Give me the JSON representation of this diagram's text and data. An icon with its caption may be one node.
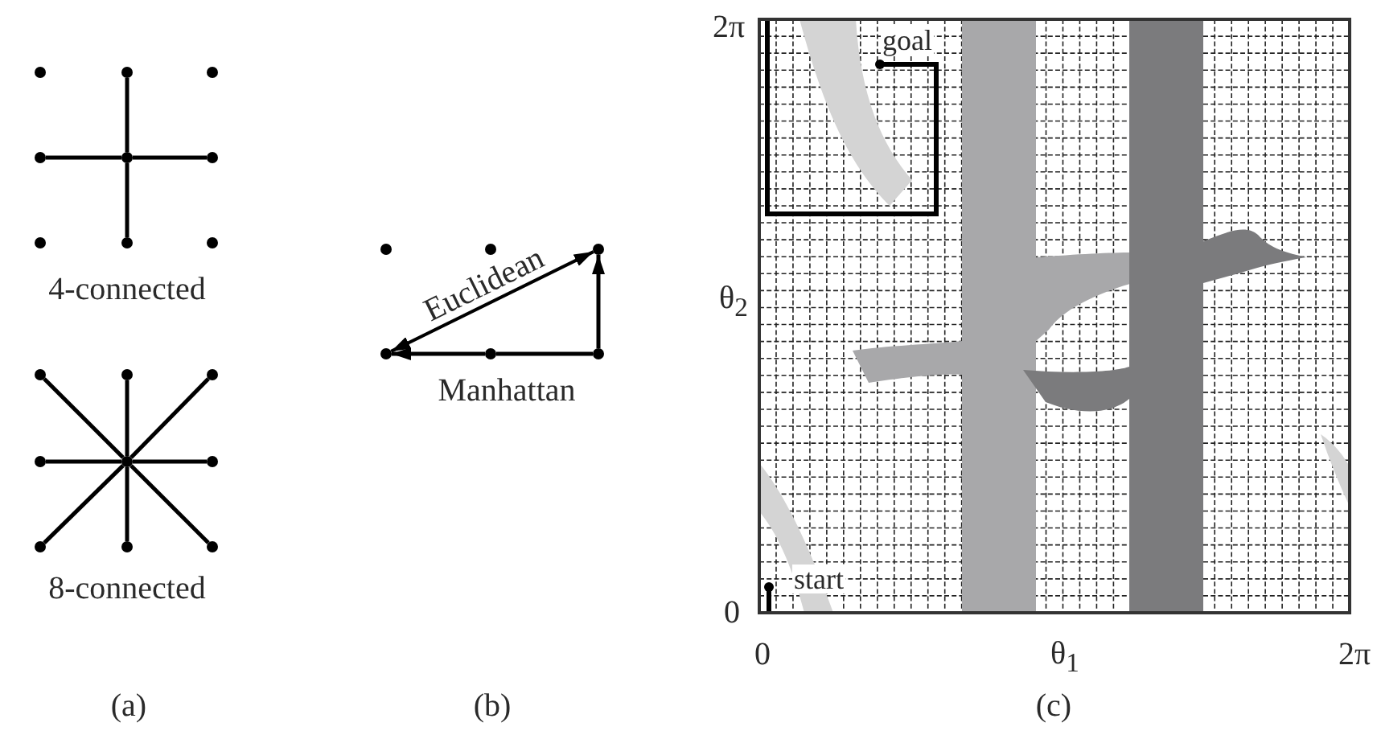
{
  "diagram": {
    "nodes": [
      {
        "text": [],
        "shape": "circle"
      },
      {
        "text": [],
        "shape": "circle"
      },
      {
        "text": [],
        "shape": "circle"
      },
      {
        "text": [],
        "shape": "circle"
      },
      {
        "text": [],
        "shape": "circle"
      },
      {
        "text": [],
        "shape": "circle"
      },
      {
        "text": [],
        "shape": "circle"
      },
      {
        "text": [],
        "shape": "circle"
      },
      {
        "text": [],
        "shape": "circle"
      },
      {
        "text": [],
        "shape": "circle"
      },
      {
        "text": [],
        "shape": "circle"
      },
      {
        "text": [],
        "shape": "circle"
      },
      {
        "text": [],
        "shape": "circle"
      },
      {
        "text": [],
        "shape": "circle"
      },
      {
        "text": [],
        "shape": "circle"
      },
      {
        "text": [],
        "shape": "circle"
      },
      {
        "text": [],
        "shape": "circle"
      },
      {
        "text": [],
        "shape": "circle"
      },
      {
        "text": [],
        "shape": "circle"
      },
      {
        "text": [],
        "shape": "circle"
      },
      {
        "text": [],
        "shape": "circle"
      },
      {
        "text": [],
        "shape": "circle"
      },
      {
        "text": [],
        "shape": "circle"
      },
      {
        "text": [],
        "shape": "circle"
      }
    ],
    "edges": [
      {
        "from": 4,
        "to": 1,
        "arrow": "none"
      },
      {
        "from": 4,
        "to": 3,
        "arrow": "none"
      },
      {
        "from": 4,
        "to": 5,
        "arrow": "none"
      },
      {
        "from": 4,
        "to": 7,
        "arrow": "none"
      },
      {
        "from": 13,
        "to": 9,
        "arrow": "none"
      },
      {
        "from": 13,
        "to": 10,
        "arrow": "none"
      },
      {
        "from": 13,
        "to": 11,
        "arrow": "none"
      },
      {
        "from": 13,
        "to": 12,
        "arrow": "none"
      },
      {
        "from": 13,
        "to": 14,
        "arrow": "none"
      },
      {
        "from": 13,
        "to": 15,
        "arrow": "none"
      },
      {
        "from": 13,
        "to": 16,
        "arrow": "none"
      },
      {
        "from": 13,
        "to": 17,
        "arrow": "none"
      },
      {
        "from": 21,
        "to": 20,
        "arrow": "both",
        "label": "Euclidean"
      },
      {
        "from": 23,
        "to": 22,
        "arrow": "none"
      },
      {
        "from": 22,
        "to": 21,
        "arrow": "to"
      },
      {
        "from": 23,
        "to": 20,
        "arrow": "to"
      }
    ],
    "labels": [
      "4-connected",
      "8-connected",
      "Manhattan",
      "2π",
      "goal",
      "θ$_{2}$",
      "start",
      "0",
      "0",
      "θ$_{1}$",
      "2π",
      "(a)",
      "(b)",
      "(c)"
    ]
  }
}
